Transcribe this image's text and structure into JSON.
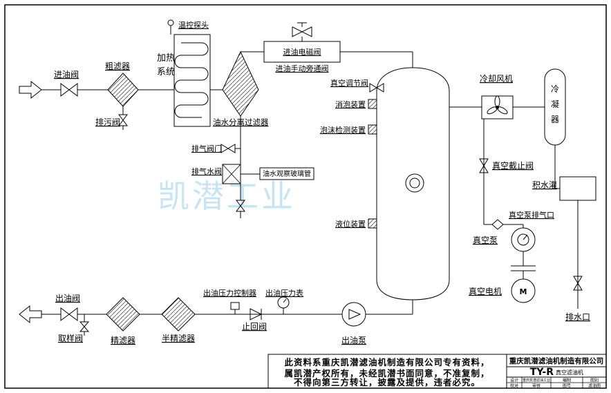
{
  "labels": {
    "inlet_valve": "进油阀",
    "coarse_filter": "粗滤器",
    "drain_valve_top": "排污阀",
    "temp_probe": "温控探头",
    "heating_line1": "加热",
    "heating_line2": "系统",
    "oil_water_filter": "油水分离过滤器",
    "inlet_solenoid": "进油电磁阀",
    "inlet_bypass": "进油手动旁通阀",
    "exhaust_valve": "排气阀门",
    "exhaust_water_valve": "排气水阀",
    "sight_glass_tube": "油水观察玻璃管",
    "vacuum_reg_valve": "真空调节阀",
    "defoam_device": "消泡装置",
    "foam_detect": "泡沫检测装置",
    "level_device": "液位装置",
    "cooling_fan": "冷却风机",
    "condenser_c1": "冷",
    "condenser_c2": "凝",
    "condenser_c3": "器",
    "vacuum_stop_valve": "真空截止阀",
    "water_tank": "积水灌",
    "vacuum_pump_exhaust": "真空泵排气口",
    "vacuum_pump": "真空泵",
    "vacuum_motor": "真空电机",
    "motor_letter": "M",
    "drain_outlet": "排水口",
    "outlet_valve": "出油阀",
    "sampling_valve": "取样阀",
    "fine_filter": "精滤器",
    "semi_fine_filter": "半精滤器",
    "outlet_pressure_ctrl": "出油压力控制器",
    "outlet_pressure_gauge": "出油压力表",
    "check_valve": "止回阀",
    "outlet_pump": "出油泵"
  },
  "watermark": {
    "text": "凯潜工业",
    "color": "#bfe0f2"
  },
  "warning": {
    "text_color": "#00a651",
    "border_color": "#000000",
    "lines": [
      "此资料系重庆凯潜滤油机制造有限公司专有资料，",
      "属凯潜产权所有，未经凯潜书面同意，不准复制，",
      "不得向第三方转让，披露及提供，违者必究。"
    ]
  },
  "title_block": {
    "company": "重庆凯潜滤油机制造有限公司",
    "model": "TY-R",
    "model_name": "真空滤油机",
    "grid": {
      "r1c1": "设计",
      "r1c2": "重庆凯潜滤油工业",
      "r1c3": "编制",
      "r1c4": "图别",
      "r2c1": "校对",
      "r2c2": "审核",
      "r2c3": "图号",
      "r2c4": "滤油图"
    },
    "accent_blue": "#3355bb"
  }
}
